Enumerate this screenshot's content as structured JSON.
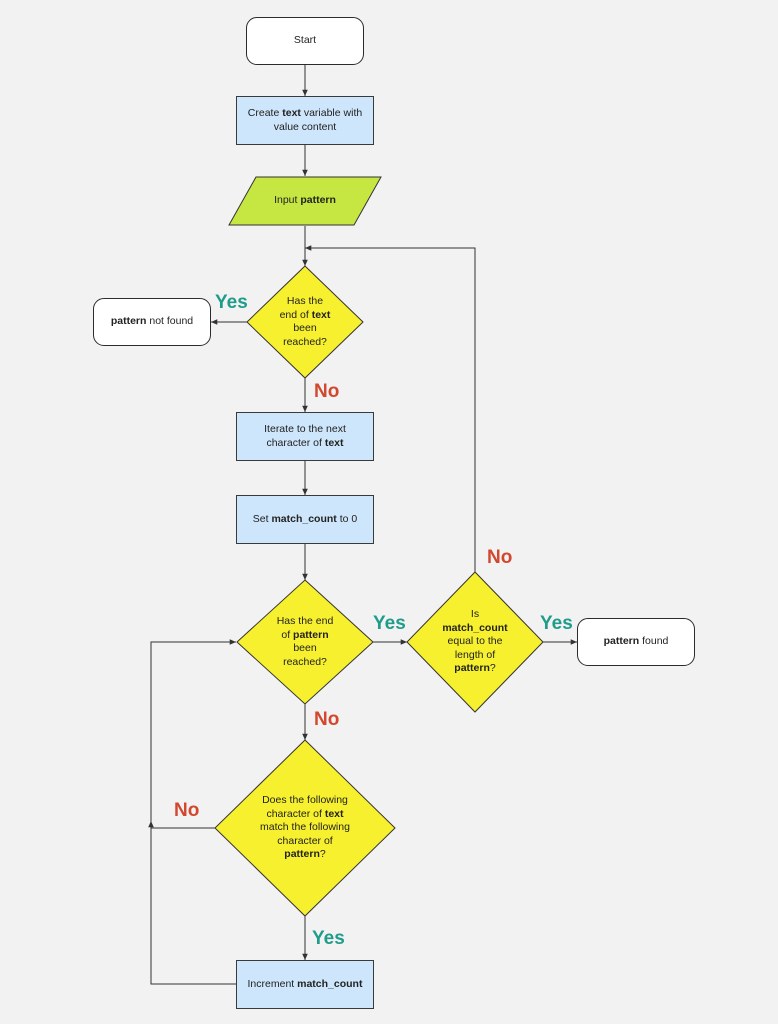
{
  "colors": {
    "background": "#f2f2f2",
    "terminal_fill": "#ffffff",
    "process_fill": "#cde6fb",
    "io_fill": "#c6e641",
    "decision_fill": "#f7f02e",
    "yes_label": "#1f9c8a",
    "no_label": "#d4472f",
    "connector": "#333333"
  },
  "nodes": {
    "start": {
      "text": "Start"
    },
    "create_text": {
      "t1": "Create ",
      "b1": "text",
      "t2": " variable with value content"
    },
    "input_pattern": {
      "t1": "Input ",
      "b1": "pattern"
    },
    "end_text_decision": {
      "t1": "Has the end of ",
      "b1": "text",
      "t2": " been reached?"
    },
    "not_found": {
      "b1": "pattern",
      "t1": " not found"
    },
    "iterate": {
      "t1": "Iterate to the next character of ",
      "b1": "text"
    },
    "set_count": {
      "t1": "Set ",
      "b1": "match_count",
      "t2": " to 0"
    },
    "end_pattern_decision": {
      "t1": "Has the end of ",
      "b1": "pattern",
      "t2": " been reached?"
    },
    "count_decision": {
      "t1": "Is ",
      "b1": "match_count",
      "t2": " equal to the length of ",
      "b2": "pattern",
      "t3": "?"
    },
    "found": {
      "b1": "pattern",
      "t1": " found"
    },
    "char_match_decision": {
      "t1": "Does the following character of ",
      "b1": "text",
      "t2": " match the following character of ",
      "b2": "pattern",
      "t3": "?"
    },
    "increment": {
      "t1": "Increment ",
      "b1": "match_count"
    }
  },
  "labels": {
    "yes_not_found": "Yes",
    "no_iterate": "No",
    "no_loop_back": "No",
    "yes_to_count": "Yes",
    "yes_found": "Yes",
    "no_char_decision": "No",
    "no_mismatch": "No",
    "yes_increment": "Yes"
  }
}
